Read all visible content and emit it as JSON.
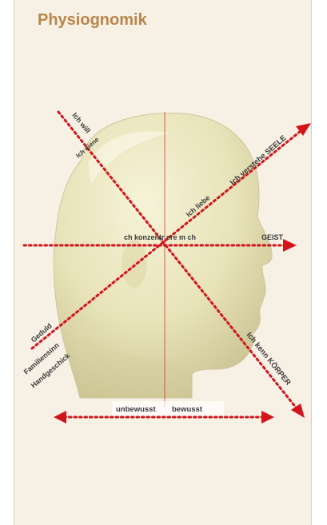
{
  "title": "Physiognomik",
  "colors": {
    "card_background": "#f7f0e4",
    "title": "#b8864c",
    "dotted_arrows": "#d4141c",
    "center_line": "#c0392b",
    "head": "#e7e2b8",
    "label_text": "#3a3a3a"
  },
  "labels": {
    "ich_will": "Ich will",
    "ich_diene": "Ich diene",
    "ich_verstehe_seele": "Ich verstehe SEELE",
    "ich_liebe": "Ich liebe",
    "ich_konzentriere_mich": "ch konzentr ere m ch",
    "geist": "GEIST",
    "geduld": "Geduld",
    "familiensinn": "Familiensinn",
    "handgeschick": "Handgeschick",
    "ich_kenn_koerper": "Ich kenn KÖRPER",
    "unbewusst": "unbewusst",
    "bewusst": "bewusst"
  }
}
